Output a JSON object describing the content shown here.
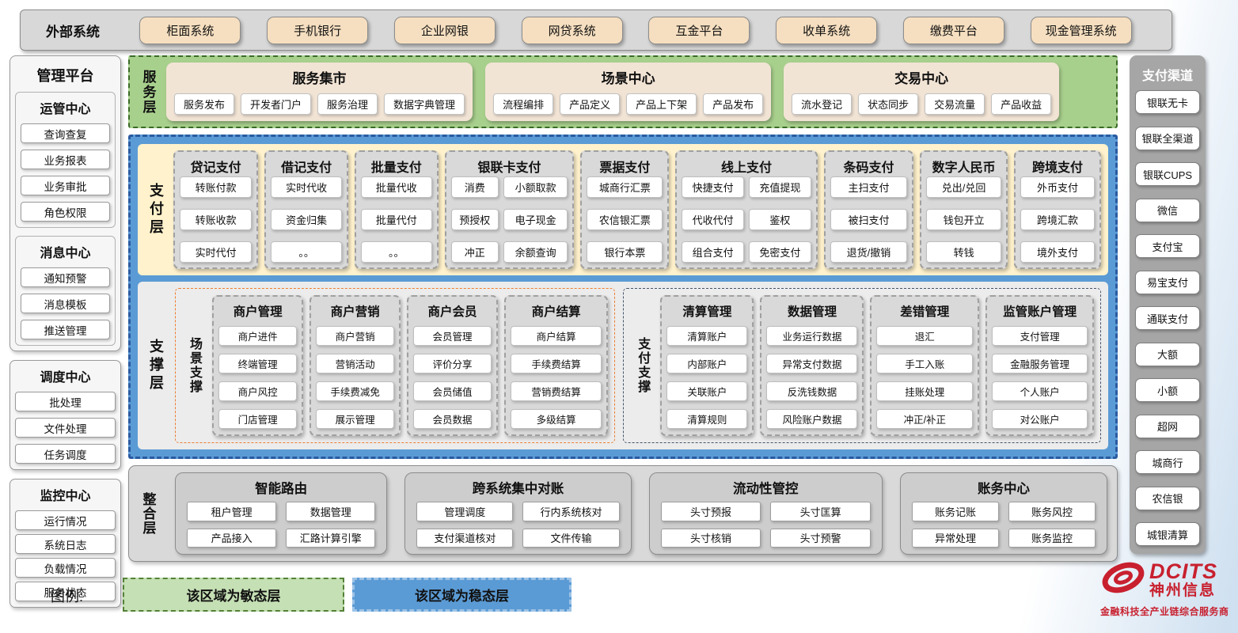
{
  "external_systems": {
    "title": "外部系统",
    "items": [
      "柜面系统",
      "手机银行",
      "企业网银",
      "网贷系统",
      "互金平台",
      "收单系统",
      "缴费平台",
      "现金管理系统"
    ]
  },
  "management_platform": {
    "title": "管理平台",
    "sections": [
      {
        "title": "运管中心",
        "items": [
          "查询查复",
          "业务报表",
          "业务审批",
          "角色权限"
        ]
      },
      {
        "title": "消息中心",
        "items": [
          "通知预警",
          "消息模板",
          "推送管理"
        ]
      },
      {
        "title": "调度中心",
        "items": [
          "批处理",
          "文件处理",
          "任务调度"
        ]
      },
      {
        "title": "监控中心",
        "items": [
          "运行情况",
          "系统日志",
          "负载情况",
          "服务状态"
        ]
      }
    ]
  },
  "service_layer": {
    "label": "服务层",
    "groups": [
      {
        "title": "服务集市",
        "items": [
          "服务发布",
          "开发者门户",
          "服务治理",
          "数据字典管理"
        ]
      },
      {
        "title": "场景中心",
        "items": [
          "流程编排",
          "产品定义",
          "产品上下架",
          "产品发布"
        ]
      },
      {
        "title": "交易中心",
        "items": [
          "流水登记",
          "状态同步",
          "交易流量",
          "产品收益"
        ]
      }
    ]
  },
  "payment_layer": {
    "label": "支付层",
    "columns": [
      {
        "title": "贷记支付",
        "cols": [
          [
            "转账付款",
            "转账收款",
            "实时代付"
          ]
        ]
      },
      {
        "title": "借记支付",
        "cols": [
          [
            "实时代收",
            "资金归集",
            "。。"
          ]
        ]
      },
      {
        "title": "批量支付",
        "cols": [
          [
            "批量代收",
            "批量代付",
            "。。"
          ]
        ]
      },
      {
        "title": "银联卡支付",
        "cols": [
          [
            "消费",
            "预授权",
            "冲正"
          ],
          [
            "小额取款",
            "电子现金",
            "余额查询"
          ]
        ]
      },
      {
        "title": "票据支付",
        "cols": [
          [
            "城商行汇票",
            "农信银汇票",
            "银行本票"
          ]
        ]
      },
      {
        "title": "线上支付",
        "cols": [
          [
            "快捷支付",
            "代收代付",
            "组合支付"
          ],
          [
            "充值提现",
            "鉴权",
            "免密支付"
          ]
        ]
      },
      {
        "title": "条码支付",
        "cols": [
          [
            "主扫支付",
            "被扫支付",
            "退货/撤销"
          ]
        ]
      },
      {
        "title": "数字人民币",
        "cols": [
          [
            "兑出/兑回",
            "钱包开立",
            "转钱"
          ]
        ]
      },
      {
        "title": "跨境支付",
        "cols": [
          [
            "外币支付",
            "跨境汇款",
            "境外支付"
          ]
        ]
      }
    ]
  },
  "support_layer": {
    "label": "支撑层",
    "groups": [
      {
        "label": "场景支撑",
        "columns": [
          {
            "title": "商户管理",
            "items": [
              "商户进件",
              "终端管理",
              "商户风控",
              "门店管理"
            ]
          },
          {
            "title": "商户营销",
            "items": [
              "商户营销",
              "营销活动",
              "手续费减免",
              "展示管理"
            ]
          },
          {
            "title": "商户会员",
            "items": [
              "会员管理",
              "评价分享",
              "会员储值",
              "会员数据"
            ]
          },
          {
            "title": "商户结算",
            "items": [
              "商户结算",
              "手续费结算",
              "营销费结算",
              "多级结算"
            ]
          }
        ]
      },
      {
        "label": "支付支撑",
        "columns": [
          {
            "title": "清算管理",
            "items": [
              "清算账户",
              "内部账户",
              "关联账户",
              "清算规则"
            ]
          },
          {
            "title": "数据管理",
            "items": [
              "业务运行数据",
              "异常支付数据",
              "反洗钱数据",
              "风险账户数据"
            ]
          },
          {
            "title": "差错管理",
            "items": [
              "退汇",
              "手工入账",
              "挂账处理",
              "冲正/补正"
            ]
          },
          {
            "title": "监管账户管理",
            "items": [
              "支付管理",
              "金融服务管理",
              "个人账户",
              "对公账户"
            ]
          }
        ]
      }
    ]
  },
  "integration_layer": {
    "label": "整合层",
    "groups": [
      {
        "title": "智能路由",
        "items": [
          "租户管理",
          "数据管理",
          "产品接入",
          "汇路计算引擎"
        ]
      },
      {
        "title": "跨系统集中对账",
        "items": [
          "管理调度",
          "行内系统核对",
          "支付渠道核对",
          "文件传输"
        ]
      },
      {
        "title": "流动性管控",
        "items": [
          "头寸预报",
          "头寸匡算",
          "头寸核销",
          "头寸预警"
        ]
      },
      {
        "title": "账务中心",
        "items": [
          "账务记账",
          "账务风控",
          "异常处理",
          "账务监控"
        ]
      }
    ]
  },
  "payment_channels": {
    "title": "支付渠道",
    "items": [
      "银联无卡",
      "银联全渠道",
      "银联CUPS",
      "微信",
      "支付宝",
      "易宝支付",
      "通联支付",
      "大额",
      "小额",
      "超网",
      "城商行",
      "农信银",
      "城银清算"
    ]
  },
  "legend": {
    "label": "图例:",
    "agile": "该区域为敏态层",
    "stable": "该区域为稳态层"
  },
  "logo": {
    "brand": "DCITS",
    "company": "神州信息",
    "tagline": "金融科技全产业链综合服务商"
  },
  "colors": {
    "agile_green": "#a8d08d",
    "stable_blue": "#5b9bd5",
    "payment_yellow": "#fff2cc",
    "brand_red": "#c8202f"
  }
}
